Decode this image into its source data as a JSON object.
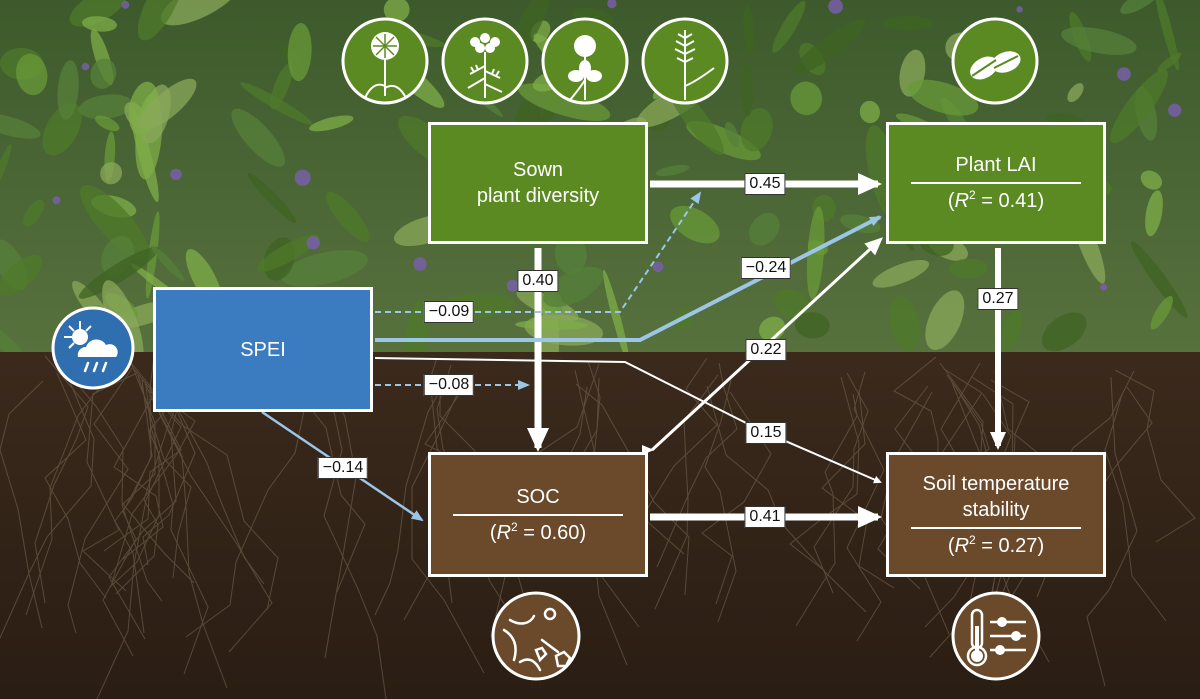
{
  "nodes": {
    "sown": {
      "line1": "Sown",
      "line2": "plant diversity"
    },
    "lai": {
      "title": "Plant LAI",
      "r2": "0.41"
    },
    "spei": {
      "title": "SPEI"
    },
    "soc": {
      "title": "SOC",
      "r2": "0.60"
    },
    "stability": {
      "line1": "Soil temperature",
      "line2": "stability",
      "r2": "0.27"
    }
  },
  "r2": {
    "prefix_open": "(",
    "symbol": "R",
    "exp": "2",
    "eq": " = ",
    "close": ")"
  },
  "paths": [
    {
      "id": "sown-lai",
      "coef": "0.45"
    },
    {
      "id": "sown-soc",
      "coef": "0.40"
    },
    {
      "id": "spei-lai-dashed",
      "coef": "−0.09"
    },
    {
      "id": "spei-lai",
      "coef": "−0.24"
    },
    {
      "id": "spei-soc-dashed",
      "coef": "−0.08"
    },
    {
      "id": "soc-lai",
      "coef": "0.22"
    },
    {
      "id": "spei-stability",
      "coef": "0.15"
    },
    {
      "id": "spei-soc",
      "coef": "−0.14"
    },
    {
      "id": "lai-stability",
      "coef": "0.27"
    },
    {
      "id": "soc-stability",
      "coef": "0.41"
    }
  ],
  "colors": {
    "green_node": "#5b8a22",
    "blue_node": "#3b7bbf",
    "brown_node": "#6b4a2c",
    "blue_arrow": "#9cc6e8",
    "white_arrow": "#ffffff",
    "icon_green": "#5b8a22",
    "icon_blue": "#2f6fb0",
    "icon_brown": "#6b4a2c"
  },
  "icons": [
    "dandelion-icon",
    "yarrow-icon",
    "clover-icon",
    "grass-icon",
    "leaves-icon",
    "weather-sun-rain-icon",
    "soil-microbes-icon",
    "thermometer-sliders-icon"
  ]
}
